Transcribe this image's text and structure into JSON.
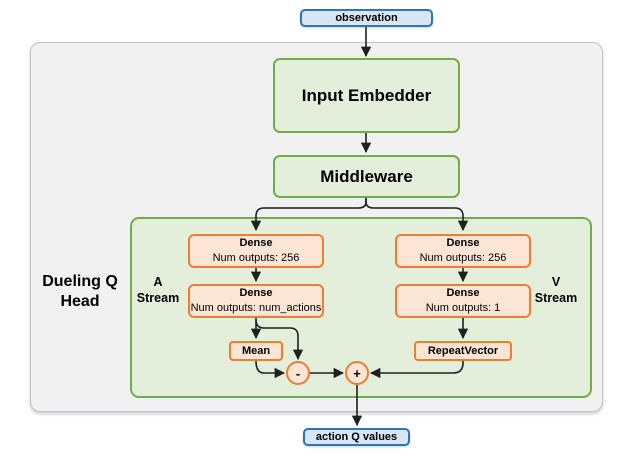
{
  "colors": {
    "io_fill": "#d6e6f5",
    "io_border": "#2e75b6",
    "green_fill": "#e3efda",
    "green_border": "#70ad47",
    "orange_fill": "#fce5d5",
    "orange_border": "#ed7d31",
    "container_fill": "#f1f1f2",
    "container_border": "#c3c3c3",
    "arrow": "#1f1f1f",
    "text": "#000000"
  },
  "nodes": {
    "observation": {
      "label": "observation"
    },
    "input_embedder": {
      "label": "Input Embedder"
    },
    "middleware": {
      "label": "Middleware"
    },
    "dense_a1": {
      "title": "Dense",
      "subtitle": "Num outputs: 256"
    },
    "dense_a2": {
      "title": "Dense",
      "subtitle": "Num outputs: num_actions"
    },
    "mean": {
      "label": "Mean"
    },
    "minus_op": {
      "label": "-"
    },
    "plus_op": {
      "label": "+"
    },
    "dense_v1": {
      "title": "Dense",
      "subtitle": "Num outputs: 256"
    },
    "dense_v2": {
      "title": "Dense",
      "subtitle": "Num outputs: 1"
    },
    "repeat_vector": {
      "label": "RepeatVector"
    },
    "action_q_values": {
      "label": "action Q values"
    }
  },
  "labels": {
    "dueling_head": {
      "line1": "Dueling Q",
      "line2": "Head"
    },
    "a_stream": {
      "line1": "A",
      "line2": "Stream"
    },
    "v_stream": {
      "line1": "V",
      "line2": "Stream"
    }
  }
}
